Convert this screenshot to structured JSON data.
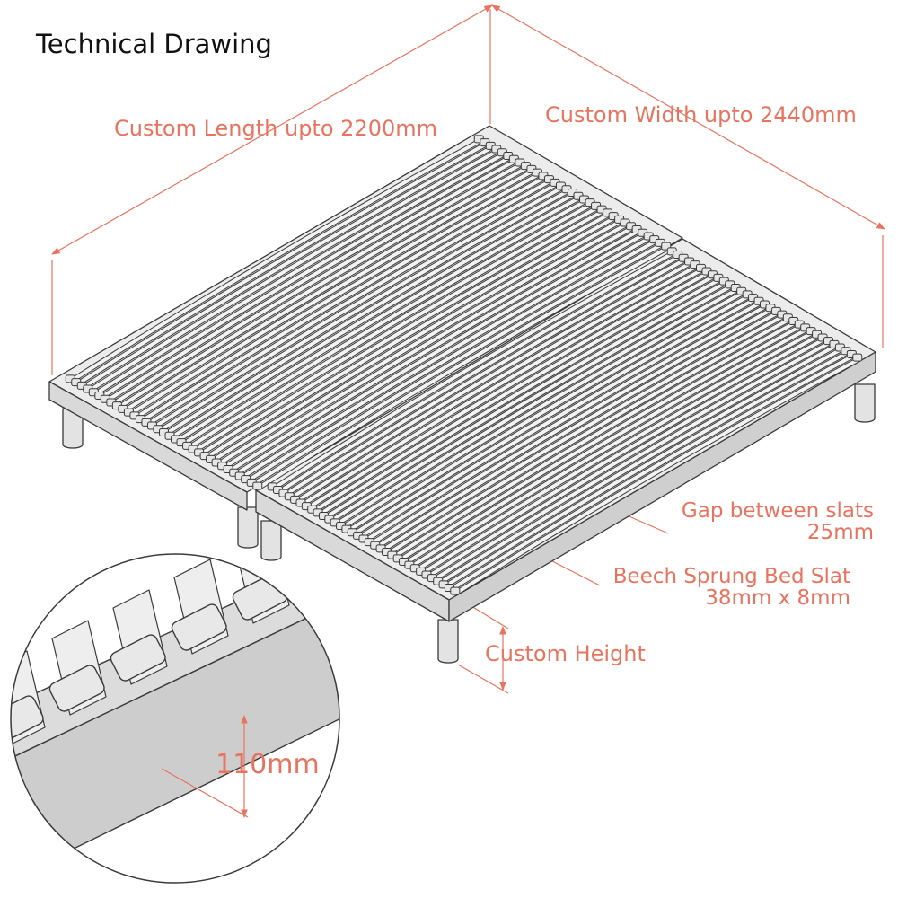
{
  "title": "Technical Drawing",
  "dimensions": {
    "length": "Custom Length upto 2200mm",
    "width": "Custom Width upto 2440mm",
    "height": "Custom Height",
    "rail_height": "110mm"
  },
  "callouts": {
    "gap_line1": "Gap between slats",
    "gap_line2": "25mm",
    "slat_line1": "Beech Sprung Bed Slat",
    "slat_line2": "38mm x 8mm"
  },
  "colors": {
    "annotation": "#e8735f",
    "outline": "#3a3a3a",
    "frame_top": "#ececec",
    "frame_side": "#d9d9d9",
    "slat_fill": "#f2f2f2",
    "leg_fill": "#e3e3e3",
    "text": "#111111"
  }
}
